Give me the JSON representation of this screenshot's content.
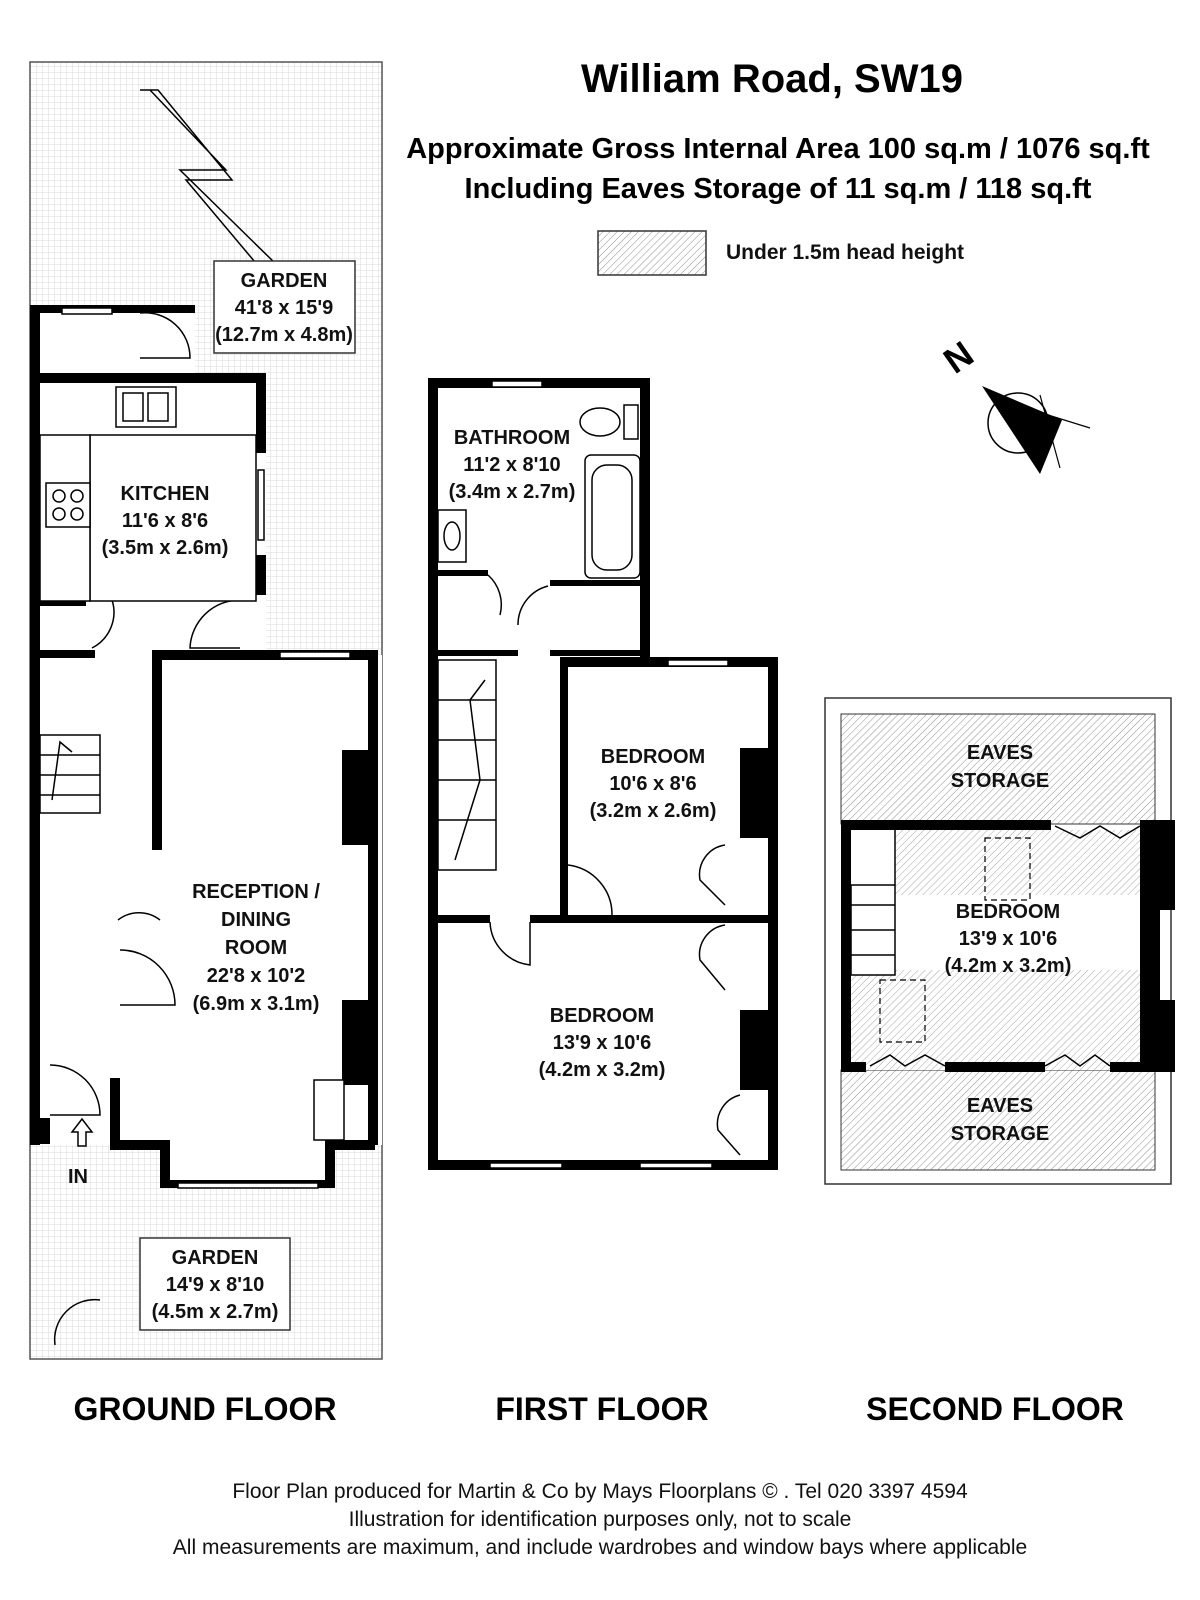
{
  "header": {
    "title": "William Road, SW19",
    "area_line": "Approximate Gross Internal Area 100 sq.m  /  1076 sq.ft",
    "eaves_line": "Including Eaves Storage of 11 sq.m  /  118 sq.ft",
    "legend_label": "Under 1.5m head height"
  },
  "rooms": {
    "garden_rear": {
      "name": "GARDEN",
      "imperial": "41'8 x 15'9",
      "metric": "(12.7m x 4.8m)"
    },
    "kitchen": {
      "name": "KITCHEN",
      "imperial": "11'6 x 8'6",
      "metric": "(3.5m x 2.6m)"
    },
    "reception": {
      "name1": "RECEPTION /",
      "name2": "DINING",
      "name3": "ROOM",
      "imperial": "22'8 x 10'2",
      "metric": "(6.9m x 3.1m)"
    },
    "garden_front": {
      "name": "GARDEN",
      "imperial": "14'9 x 8'10",
      "metric": "(4.5m x 2.7m)"
    },
    "entrance": "IN",
    "bathroom": {
      "name": "BATHROOM",
      "imperial": "11'2 x 8'10",
      "metric": "(3.4m x 2.7m)"
    },
    "bedroom_1f_small": {
      "name": "BEDROOM",
      "imperial": "10'6 x 8'6",
      "metric": "(3.2m x 2.6m)"
    },
    "bedroom_1f_large": {
      "name": "BEDROOM",
      "imperial": "13'9 x 10'6",
      "metric": "(4.2m x 3.2m)"
    },
    "eaves_top": {
      "line1": "EAVES",
      "line2": "STORAGE"
    },
    "bedroom_2f": {
      "name": "BEDROOM",
      "imperial": "13'9 x 10'6",
      "metric": "(4.2m x 3.2m)"
    },
    "eaves_bottom": {
      "line1": "EAVES",
      "line2": "STORAGE"
    }
  },
  "floors": {
    "ground": "GROUND FLOOR",
    "first": "FIRST FLOOR",
    "second": "SECOND FLOOR"
  },
  "compass": {
    "label": "N"
  },
  "footer": {
    "line1": "Floor Plan produced for Martin & Co by Mays Floorplans  © . Tel 020 3397 4594",
    "line2": "Illustration for identification purposes only, not to scale",
    "line3": "All measurements are maximum, and include wardrobes and window bays where applicable"
  },
  "colors": {
    "wall": "#000000",
    "garden_grid": "#c8c8c8",
    "hatch": "#9a9a9a"
  }
}
